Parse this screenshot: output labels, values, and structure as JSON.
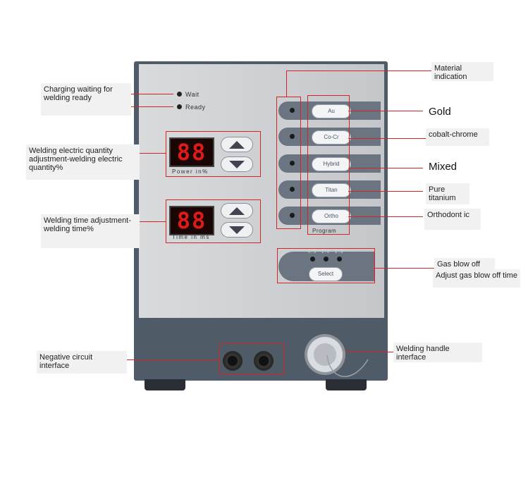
{
  "panel": {
    "led_wait": "Wait",
    "led_ready": "Ready",
    "power_display": {
      "value": "88",
      "caption": "Power in%"
    },
    "time_display": {
      "value": "88",
      "caption": "Time in ms"
    },
    "programs": [
      "Au",
      "Co-Cr",
      "Hybrid",
      "Titan",
      "Ortho"
    ],
    "program_caption": "Program",
    "gas_select_label": "Select",
    "gas_led_labels": [
      "0.5",
      "1.0",
      "1.5"
    ]
  },
  "callouts": {
    "charging": "Charging waiting for welding ready",
    "power": "Welding electric quantity adjustment-welding electric quantity%",
    "time": "Welding time adjustment-welding time%",
    "negative": "Negative circuit interface",
    "material": "Material indication",
    "gold": "Gold",
    "cobalt": "cobalt-chrome",
    "mixed": "Mixed",
    "titanium": "Pure titanium",
    "ortho": "Orthodont ic",
    "gas_blow": "Gas blow off time",
    "adjust_gas": "Adjust gas blow off time",
    "handle": "Welding handle interface"
  },
  "colors": {
    "callout_line": "#d42525",
    "housing": "#4f5b69",
    "display_digits": "#e01919"
  }
}
